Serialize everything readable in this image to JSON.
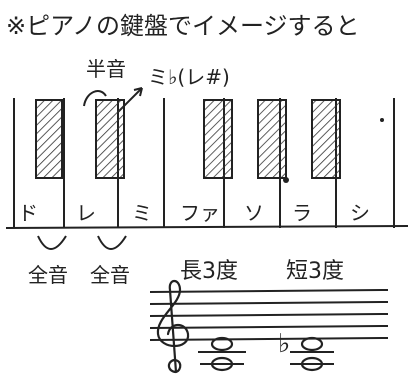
{
  "title": "※ピアノの鍵盤でイメージすると",
  "semitone_note": "半音",
  "sharp_label": "ミ♭(レ#)",
  "white_keys": [
    "ド",
    "レ",
    "ミ",
    "ファ",
    "ソ",
    "ラ",
    "シ"
  ],
  "whole_tone_labels": [
    "全音",
    "全音"
  ],
  "interval_labels": {
    "major_third": "長3度",
    "minor_third": "短3度"
  },
  "staff": {
    "clef": "treble-clef",
    "accidental": "♭"
  }
}
